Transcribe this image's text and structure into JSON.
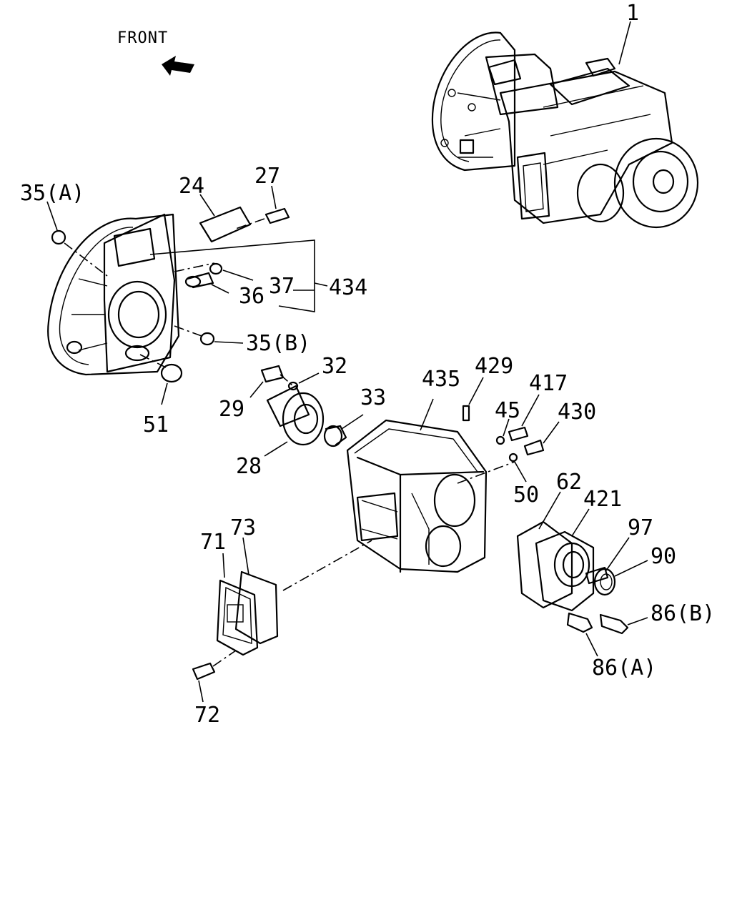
{
  "diagram": {
    "front_label": "FRONT",
    "callouts": {
      "c1": "1",
      "c24": "24",
      "c27": "27",
      "c35a": "35(A)",
      "c35b": "35(B)",
      "c36": "36",
      "c37": "37",
      "c434": "434",
      "c51": "51",
      "c29": "29",
      "c32": "32",
      "c33": "33",
      "c28": "28",
      "c435": "435",
      "c429": "429",
      "c45": "45",
      "c417": "417",
      "c430": "430",
      "c50": "50",
      "c62": "62",
      "c421": "421",
      "c97": "97",
      "c90": "90",
      "c86b": "86(B)",
      "c86a": "86(A)",
      "c71": "71",
      "c73": "73",
      "c72": "72"
    },
    "parts": [
      {
        "id": "transmission-assembly",
        "callout": "1"
      },
      {
        "id": "clutch-housing",
        "callout": "434"
      },
      {
        "id": "transmission-case",
        "callout": "435"
      },
      {
        "id": "front-bearing-retainer",
        "callout": "28"
      },
      {
        "id": "rear-cover",
        "callout": "421"
      },
      {
        "id": "side-cover",
        "callout": "71"
      },
      {
        "id": "side-cover-gasket",
        "callout": "73"
      }
    ]
  }
}
